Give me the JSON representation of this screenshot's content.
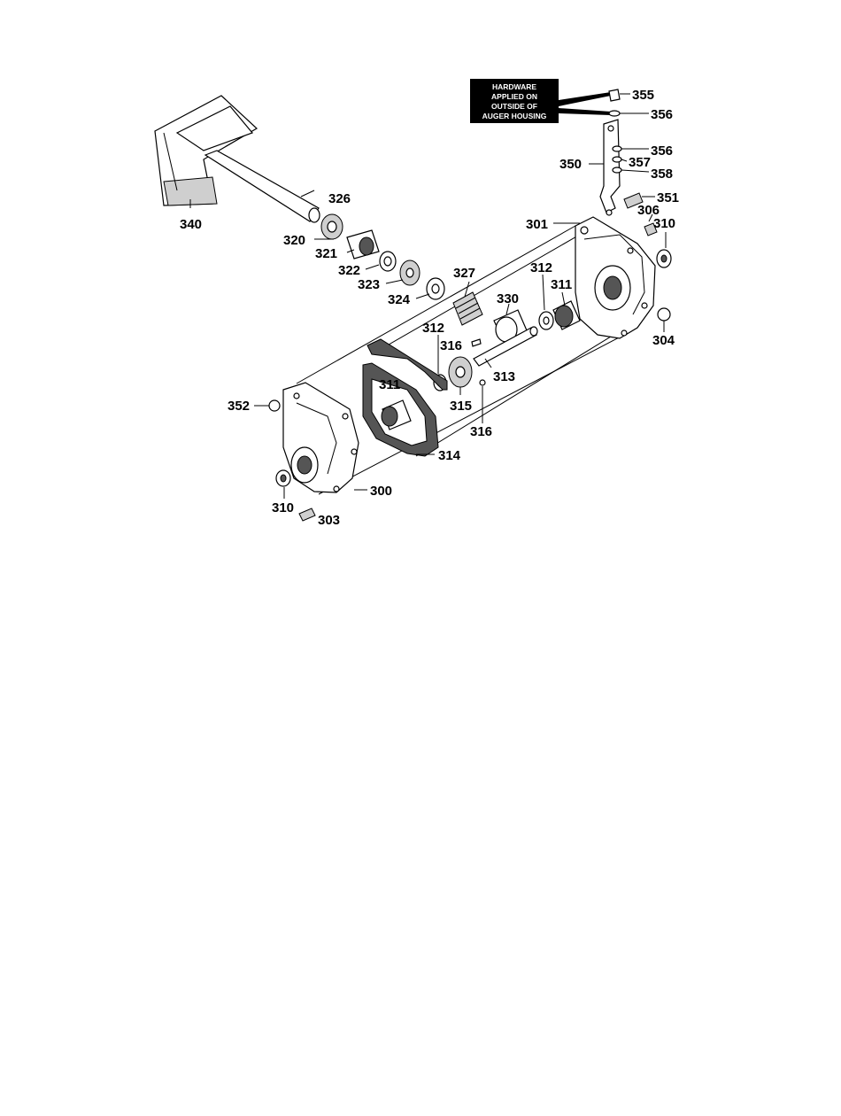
{
  "note": {
    "lines": [
      "HARDWARE",
      "APPLIED ON",
      "OUTSIDE OF",
      "AUGER HOUSING"
    ]
  },
  "labels": {
    "p355": "355",
    "p356a": "356",
    "p356b": "356",
    "p357": "357",
    "p358": "358",
    "p350": "350",
    "p351": "351",
    "p306": "306",
    "p310a": "310",
    "p301": "301",
    "p326": "326",
    "p340": "340",
    "p320": "320",
    "p321": "321",
    "p322": "322",
    "p323": "323",
    "p324": "324",
    "p327": "327",
    "p312a": "312",
    "p311a": "311",
    "p330": "330",
    "p304": "304",
    "p312b": "312",
    "p316a": "316",
    "p313": "313",
    "p311b": "311",
    "p315": "315",
    "p316b": "316",
    "p352": "352",
    "p314": "314",
    "p300": "300",
    "p310b": "310",
    "p303": "303"
  }
}
